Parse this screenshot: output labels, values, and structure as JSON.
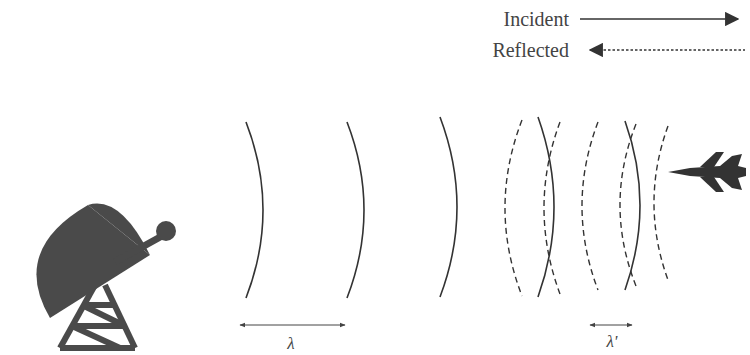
{
  "diagram": {
    "labels": [
      "λ",
      "λ'"
    ],
    "legend": [
      {
        "text": "Incident"
      },
      {
        "text": "Reflected"
      }
    ]
  }
}
